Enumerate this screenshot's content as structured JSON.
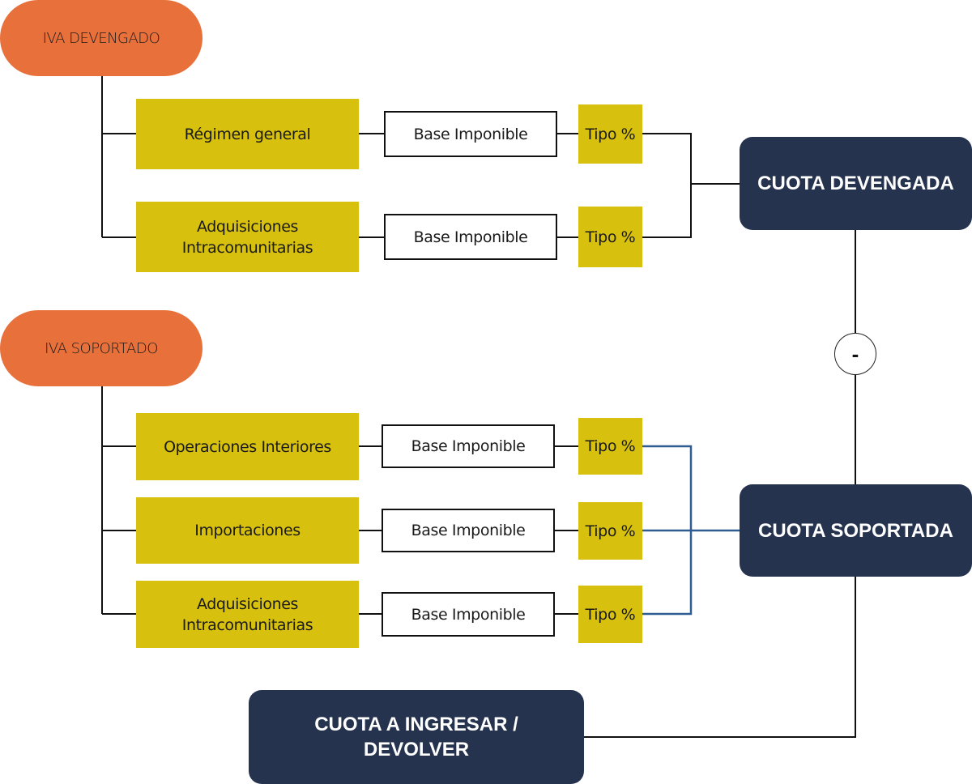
{
  "colors": {
    "accent_orange": "#e8703a",
    "category_yellow": "#d8c10e",
    "total_navy": "#26334f",
    "connector_black": "#111111",
    "connector_blue": "#2f5d92"
  },
  "devengado": {
    "title": "IVA DEVENGADO",
    "rows": [
      {
        "category": "Régimen general",
        "base": "Base Imponible",
        "rate": "Tipo %"
      },
      {
        "category": "Adquisiciones Intracomunitarias",
        "base": "Base Imponible",
        "rate": "Tipo %"
      }
    ],
    "total": "CUOTA DEVENGADA"
  },
  "soportado": {
    "title": "IVA SOPORTADO",
    "rows": [
      {
        "category": "Operaciones Interiores",
        "base": "Base Imponible",
        "rate": "Tipo %"
      },
      {
        "category": "Importaciones",
        "base": "Base Imponible",
        "rate": "Tipo %"
      },
      {
        "category": "Adquisiciones Intracomunitarias",
        "base": "Base Imponible",
        "rate": "Tipo %"
      }
    ],
    "total": "CUOTA SOPORTADA"
  },
  "operator": {
    "symbol": "-",
    "icon": "minus-icon"
  },
  "result": "CUOTA A INGRESAR / DEVOLVER"
}
